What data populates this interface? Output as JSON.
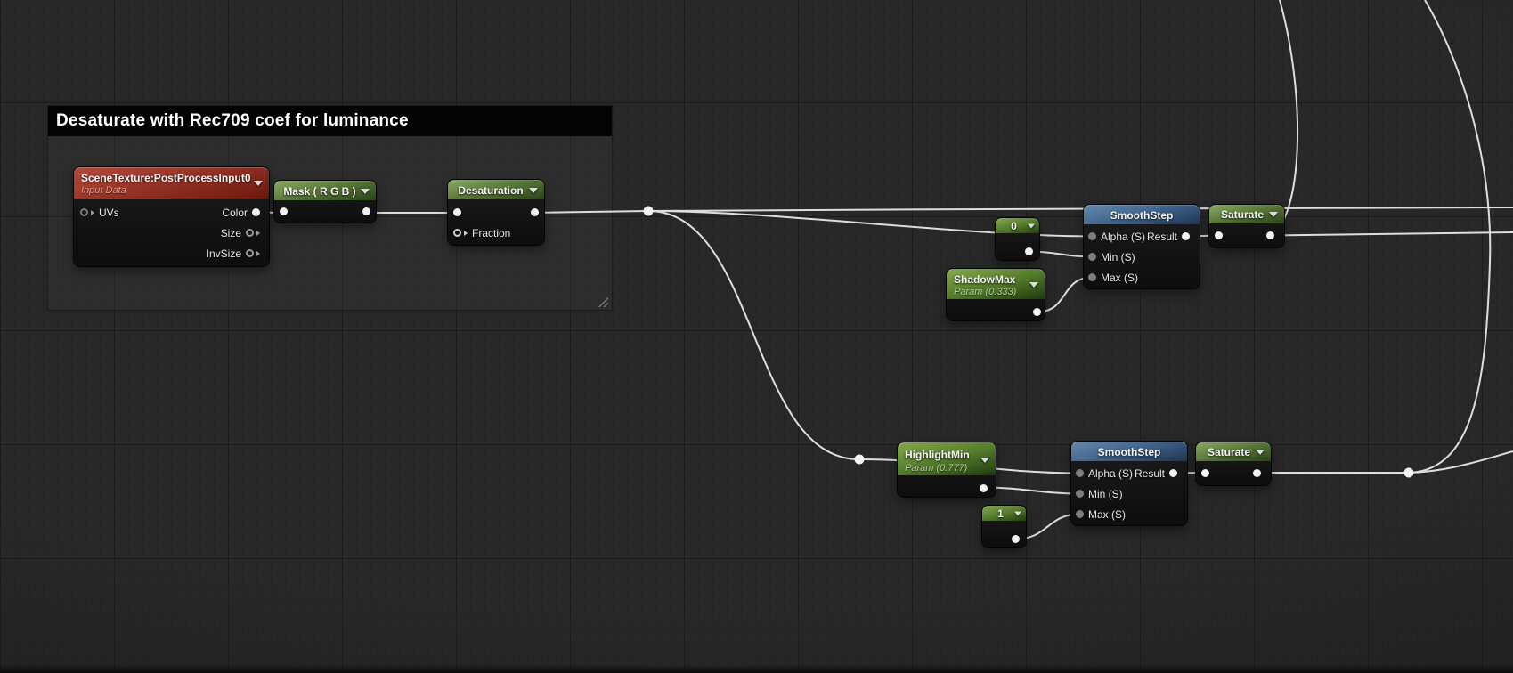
{
  "colors": {
    "canvas_bg": "#282828",
    "wire": "#dedede",
    "header_red": "#963327",
    "header_green": "#567536",
    "header_param_green": "#547c2b",
    "header_blue": "#3f628a",
    "comment_bar": "#040404"
  },
  "comment": {
    "title": "Desaturate with Rec709 coef for luminance"
  },
  "nodes": {
    "scene_texture": {
      "title": "SceneTexture:PostProcessInput0",
      "subtitle": "Input Data",
      "inputs": [
        "UVs"
      ],
      "outputs": [
        "Color",
        "Size",
        "InvSize"
      ]
    },
    "mask": {
      "title": "Mask ( R G B )"
    },
    "desaturation": {
      "title": "Desaturation",
      "inputs": [
        "Fraction"
      ]
    },
    "const_zero": {
      "value": "0"
    },
    "shadow_max": {
      "title": "ShadowMax",
      "subtitle": "Param (0.333)"
    },
    "smoothstep_shadow": {
      "title": "SmoothStep",
      "inputs": [
        "Alpha (S)",
        "Min (S)",
        "Max (S)"
      ],
      "outputs": [
        "Result"
      ]
    },
    "saturate_shadow": {
      "title": "Saturate"
    },
    "highlight_min": {
      "title": "HighlightMin",
      "subtitle": "Param (0.777)"
    },
    "const_one": {
      "value": "1"
    },
    "smoothstep_highlight": {
      "title": "SmoothStep",
      "inputs": [
        "Alpha (S)",
        "Min (S)",
        "Max (S)"
      ],
      "outputs": [
        "Result"
      ]
    },
    "saturate_highlight": {
      "title": "Saturate"
    }
  }
}
